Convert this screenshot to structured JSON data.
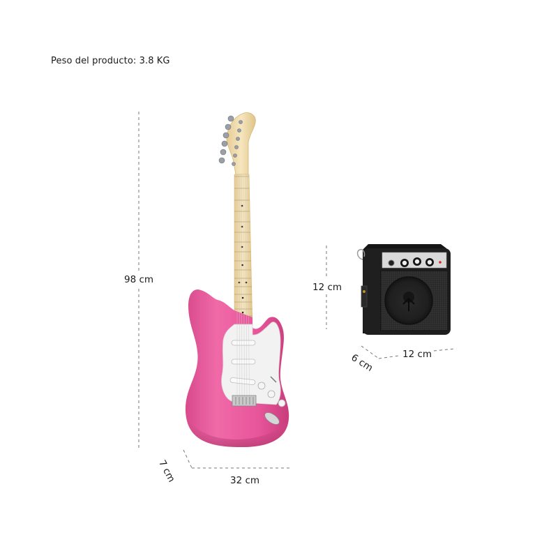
{
  "product": {
    "weight_label": "Peso del producto: 3.8 KG"
  },
  "guitar": {
    "name": "electric-guitar",
    "body_color": "#e8559a",
    "pickguard_color": "#f4f4f4",
    "neck_color": "#efd9a8",
    "dimensions": {
      "height": "98 cm",
      "width": "32 cm",
      "depth": "7 cm"
    }
  },
  "amplifier": {
    "name": "mini-amplifier",
    "body_color": "#1c1c1c",
    "panel_color": "#d9d9d9",
    "dimensions": {
      "height": "12 cm",
      "width": "12 cm",
      "depth": "6 cm"
    }
  },
  "style": {
    "dim_line_color": "#777777",
    "text_color": "#1a1a1a"
  }
}
